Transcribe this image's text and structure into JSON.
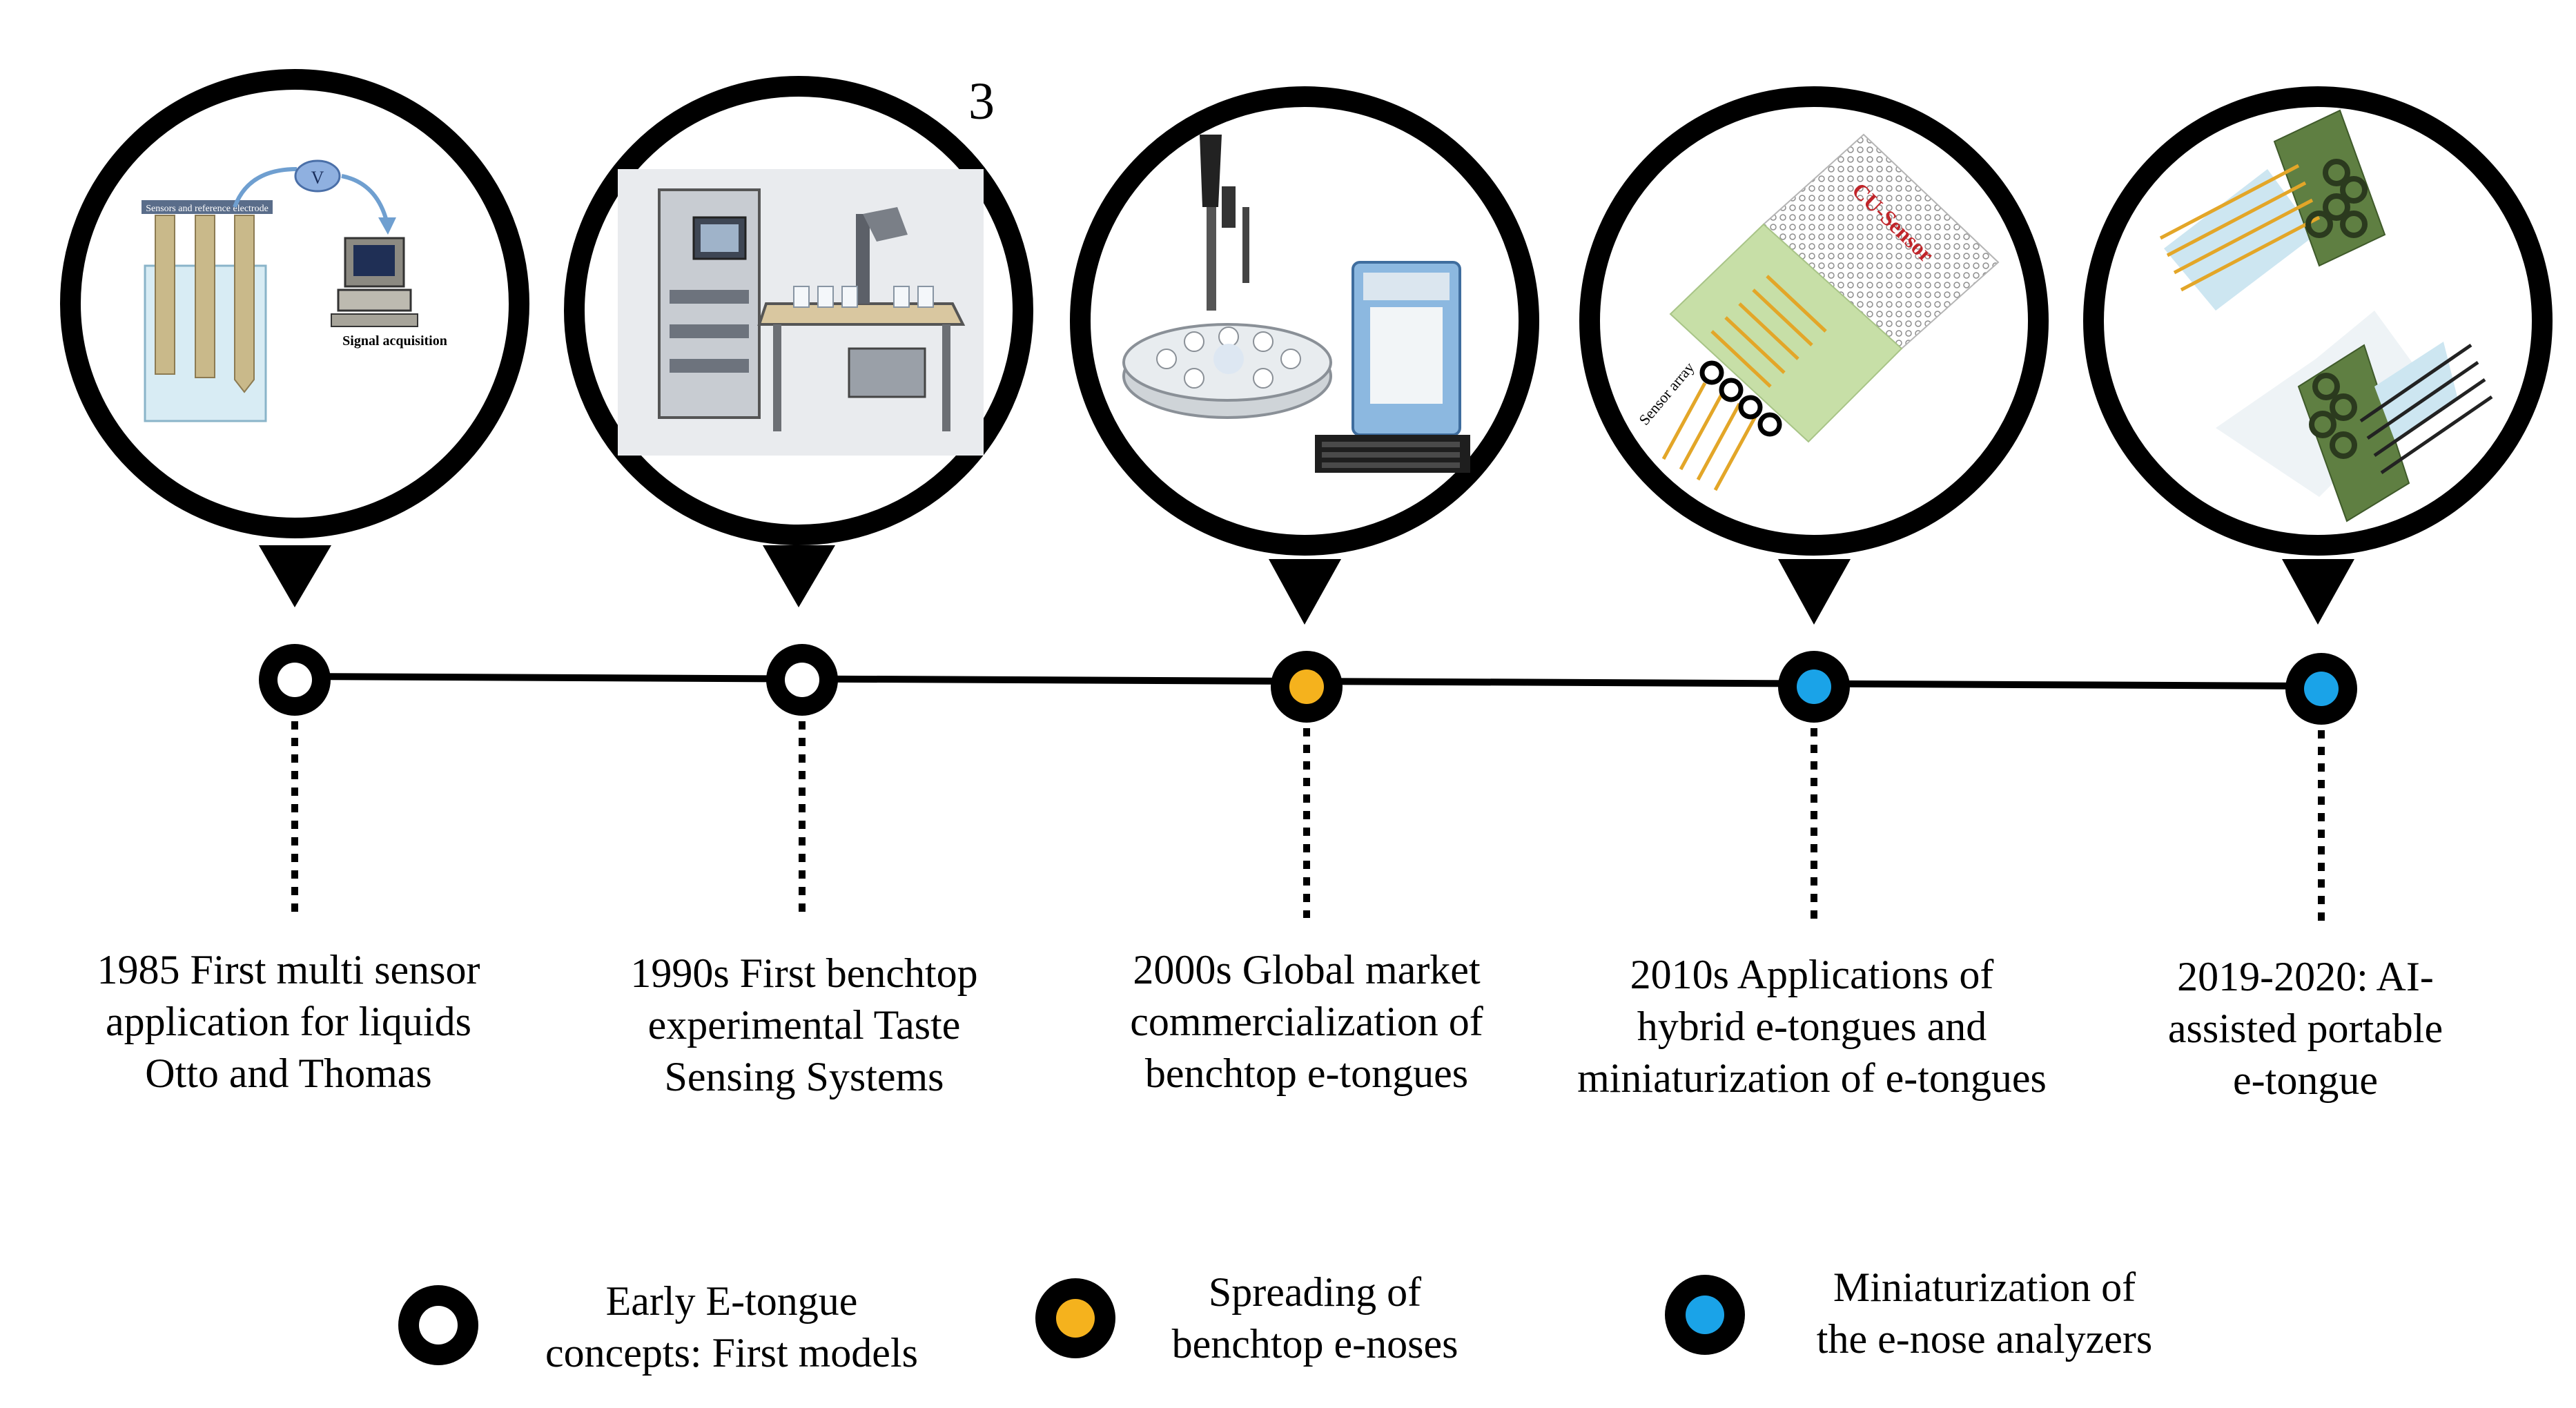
{
  "page_number": "3",
  "milestones": [
    {
      "id": "m1985",
      "category": "early",
      "caption": [
        "1985 First multi sensor",
        "application for liquids",
        "Otto and Thomas"
      ],
      "image_labels": {
        "electrodes": "Sensors and reference electrode",
        "signal": "V",
        "acquisition": "Signal acquisition"
      }
    },
    {
      "id": "m1990s",
      "category": "early",
      "caption": [
        "1990s First benchtop",
        "experimental Taste",
        "Sensing Systems"
      ]
    },
    {
      "id": "m2000s",
      "category": "spreading",
      "caption": [
        "2000s Global market",
        "commercialization of",
        "benchtop e-tongues"
      ]
    },
    {
      "id": "m2010s",
      "category": "miniaturization",
      "caption": [
        "2010s Applications of",
        "hybrid e-tongues and",
        "miniaturization of e-tongues"
      ],
      "image_labels": {
        "sensor": "CU-Sensor",
        "array": "Sensor array"
      }
    },
    {
      "id": "m2019",
      "category": "miniaturization",
      "caption": [
        "2019-2020: AI-",
        "assisted portable",
        "e-tongue"
      ]
    }
  ],
  "legend": [
    {
      "category": "early",
      "lines": [
        "Early E-tongue",
        "concepts: First models"
      ]
    },
    {
      "category": "spreading",
      "lines": [
        "Spreading of",
        "benchtop e-noses"
      ]
    },
    {
      "category": "miniaturization",
      "lines": [
        "Miniaturization of",
        "the e-nose analyzers"
      ]
    }
  ],
  "colors": {
    "early": "#ffffff",
    "spreading": "#f5b21d",
    "miniaturization": "#1aa3e8",
    "outline": "#000000"
  }
}
